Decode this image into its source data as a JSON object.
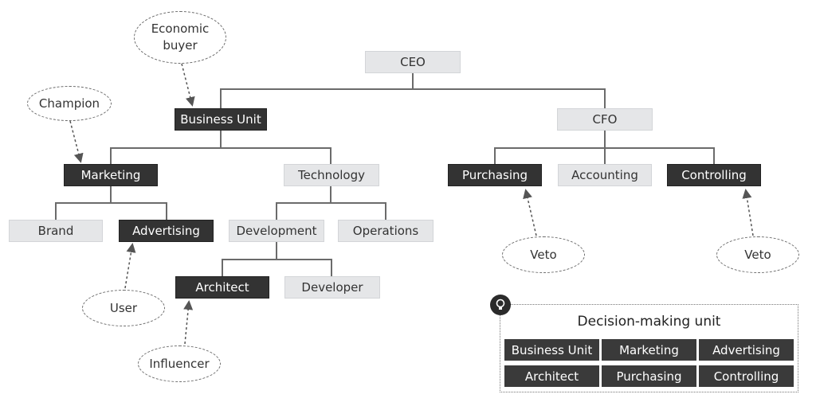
{
  "org": {
    "ceo": "CEO",
    "business_unit": "Business Unit",
    "cfo": "CFO",
    "marketing": "Marketing",
    "technology": "Technology",
    "purchasing": "Purchasing",
    "accounting": "Accounting",
    "controlling": "Controlling",
    "brand": "Brand",
    "advertising": "Advertising",
    "development": "Development",
    "operations": "Operations",
    "architect": "Architect",
    "developer": "Developer"
  },
  "roles": {
    "economic_buyer": [
      "Economic",
      "buyer"
    ],
    "champion": "Champion",
    "user": "User",
    "influencer": "Influencer",
    "veto_purchasing": "Veto",
    "veto_controlling": "Veto"
  },
  "dmu": {
    "title": "Decision-making unit",
    "cells": [
      "Business Unit",
      "Marketing",
      "Advertising",
      "Architect",
      "Purchasing",
      "Controlling"
    ]
  },
  "icons": {
    "dmu_icon": "lightbulb-icon"
  },
  "colors": {
    "dark_box": "#333333",
    "light_box": "#e5e6e8",
    "line": "#6b6b6b"
  }
}
